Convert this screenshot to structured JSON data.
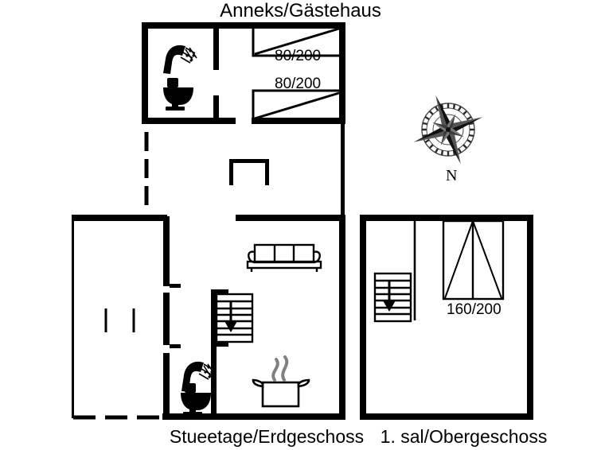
{
  "document": {
    "kind": "floor-plan",
    "title": "Anneks/Gästehaus"
  },
  "titles": {
    "annex": "Anneks/Gästehaus",
    "ground_floor": "Stueetage/Erdgeschoss",
    "upper_floor": "1. sal/Obergeschoss"
  },
  "compass": {
    "label": "N",
    "icon": "compass-rose-icon"
  },
  "dimensions": {
    "annex_bed_top": "80/200",
    "annex_bed_bottom": "80/200",
    "upper_bed": "160/200"
  },
  "icons": {
    "shower_annex": "shower-icon",
    "toilet_annex": "toilet-icon",
    "shower_ground": "shower-icon",
    "toilet_ground": "toilet-icon",
    "sofa": "sofa-icon",
    "stove_pot": "cooking-pot-icon",
    "stairs_ground": "stairs-down-icon",
    "stairs_upper": "stairs-down-icon",
    "bed_annex_top": "single-bed-icon",
    "bed_annex_bottom": "single-bed-icon",
    "bed_upper": "double-bed-icon"
  },
  "colors": {
    "wall": "#000000",
    "background": "#ffffff",
    "steam": "#808080",
    "text": "#000000"
  },
  "rooms": {
    "annex_bathroom": "bathroom with shower and toilet",
    "annex_bedroom": "bedroom with two single beds",
    "ground_living": "living room with sofa",
    "ground_kitchen": "kitchen with stove",
    "ground_bathroom": "bathroom with shower and toilet",
    "ground_terrace": "terrace / carport",
    "upper_room": "bedroom with double bed"
  }
}
